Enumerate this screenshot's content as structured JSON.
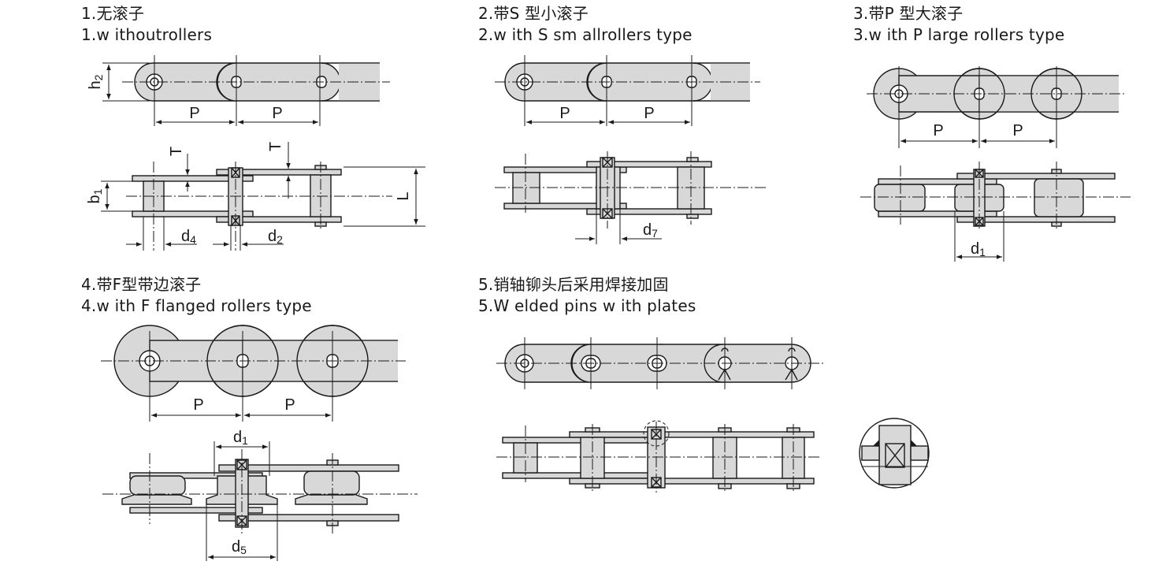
{
  "sections": [
    {
      "title_cn": "1.无滚子",
      "title_en": "1.w ithoutrollers"
    },
    {
      "title_cn": "2.带S 型小滚子",
      "title_en": "2.w ith S  sm allrollers type"
    },
    {
      "title_cn": "3.带P 型大滚子",
      "title_en": "3.w ith P  large rollers type"
    },
    {
      "title_cn": "4.带F型带边滚子",
      "title_en": "4.w ith F  flanged rollers type"
    },
    {
      "title_cn": "5.销轴铆头后采用焊接加固",
      "title_en": "5.W elded pins w ith plates"
    }
  ],
  "labels": {
    "pitch": "P",
    "h2_base": "h",
    "h2_sub": "2",
    "b1_base": "b",
    "b1_sub": "1",
    "T": "T",
    "L": "L",
    "d1_base": "d",
    "d1_sub": "1",
    "d2_base": "d",
    "d2_sub": "2",
    "d4_base": "d",
    "d4_sub": "4",
    "d5_base": "d",
    "d5_sub": "5",
    "d7_base": "d",
    "d7_sub": "7"
  },
  "colors": {
    "part_fill": "#d8d8d8",
    "outline": "#1a1a1a",
    "centerline": "#1a1a1a",
    "background": "#ffffff"
  }
}
